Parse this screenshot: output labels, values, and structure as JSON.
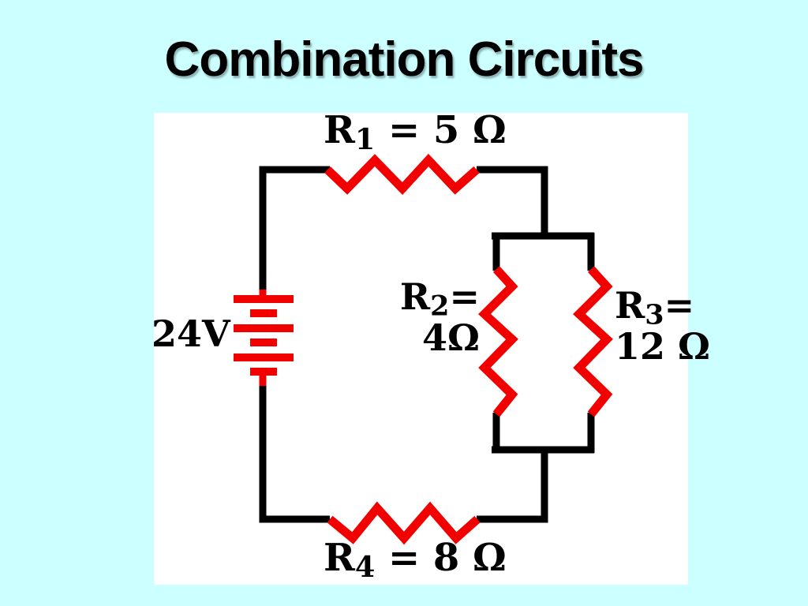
{
  "slide": {
    "title": "Combination Circuits",
    "colors": {
      "background": "#ccffff",
      "panel": "#ffffff",
      "wire": "#000000",
      "component": "#f20000",
      "text": "#000000"
    }
  },
  "circuit": {
    "battery": {
      "voltage_label": "24V"
    },
    "resistors": {
      "r1": {
        "sym": "R",
        "sub": "1",
        "suffix": " = 5 Ω"
      },
      "r2": {
        "sym": "R",
        "sub": "2",
        "suffix": "=",
        "value_line": "4Ω"
      },
      "r3": {
        "sym": "R",
        "sub": "3",
        "suffix": "=",
        "value_line": "12 Ω"
      },
      "r4": {
        "sym": "R",
        "sub": "4",
        "suffix": " = 8 Ω"
      }
    }
  }
}
